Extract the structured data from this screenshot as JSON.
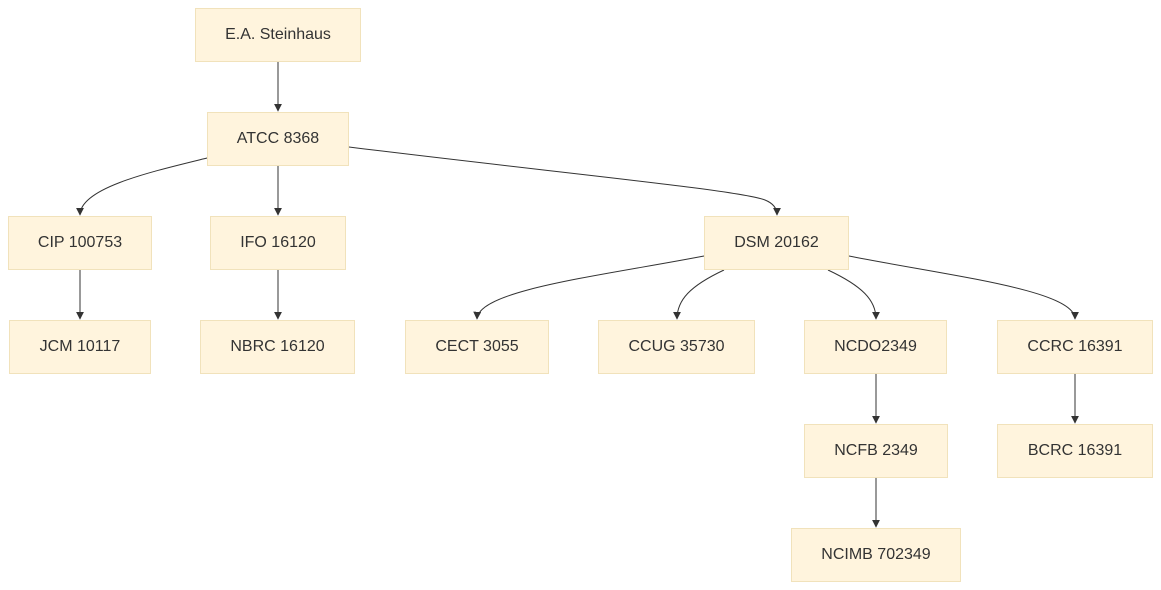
{
  "colors": {
    "node_fill": "#fff4dd",
    "node_border": "#f1e2bb",
    "text": "#333333",
    "edge": "#333333"
  },
  "nodes": {
    "steinhaus": "E.A. Steinhaus",
    "atcc": "ATCC 8368",
    "cip": "CIP 100753",
    "ifo": "IFO 16120",
    "dsm": "DSM 20162",
    "jcm": "JCM 10117",
    "nbrc": "NBRC 16120",
    "cect": "CECT 3055",
    "ccug": "CCUG 35730",
    "ncdo": "NCDO2349",
    "ccrc": "CCRC 16391",
    "ncfb": "NCFB 2349",
    "bcrc": "BCRC 16391",
    "ncimb": "NCIMB 702349"
  },
  "edges": [
    [
      "steinhaus",
      "atcc"
    ],
    [
      "atcc",
      "cip"
    ],
    [
      "atcc",
      "ifo"
    ],
    [
      "atcc",
      "dsm"
    ],
    [
      "cip",
      "jcm"
    ],
    [
      "ifo",
      "nbrc"
    ],
    [
      "dsm",
      "cect"
    ],
    [
      "dsm",
      "ccug"
    ],
    [
      "dsm",
      "ncdo"
    ],
    [
      "dsm",
      "ccrc"
    ],
    [
      "ncdo",
      "ncfb"
    ],
    [
      "ccrc",
      "bcrc"
    ],
    [
      "ncfb",
      "ncimb"
    ]
  ]
}
